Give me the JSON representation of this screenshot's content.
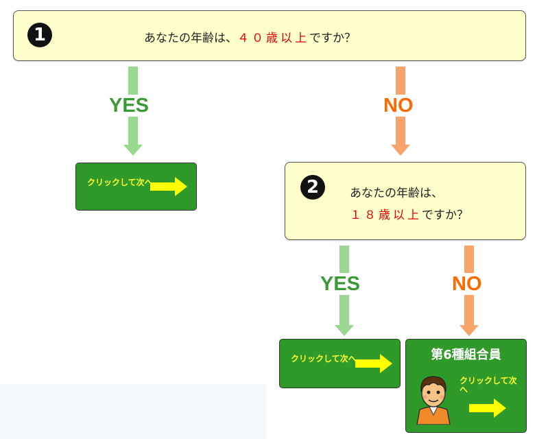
{
  "question1": {
    "number": "1",
    "text_before": "あなたの年齢は、",
    "highlight": "４０歳以上",
    "text_after": "ですか？"
  },
  "question2": {
    "number": "2",
    "line1": "あなたの年齢は、",
    "highlight": "１８歳以上",
    "text_after": "ですか？"
  },
  "branches": {
    "yes": "YES",
    "no": "NO"
  },
  "buttons": {
    "next_label": "クリックして次へ"
  },
  "result": {
    "title": "第6種組合員"
  },
  "colors": {
    "question_bg": "#ffffcc",
    "highlight": "#e60000",
    "yes": "#3c9a36",
    "no": "#ff6a00",
    "button_bg": "#2f9a2a",
    "button_text": "#ffff33"
  }
}
